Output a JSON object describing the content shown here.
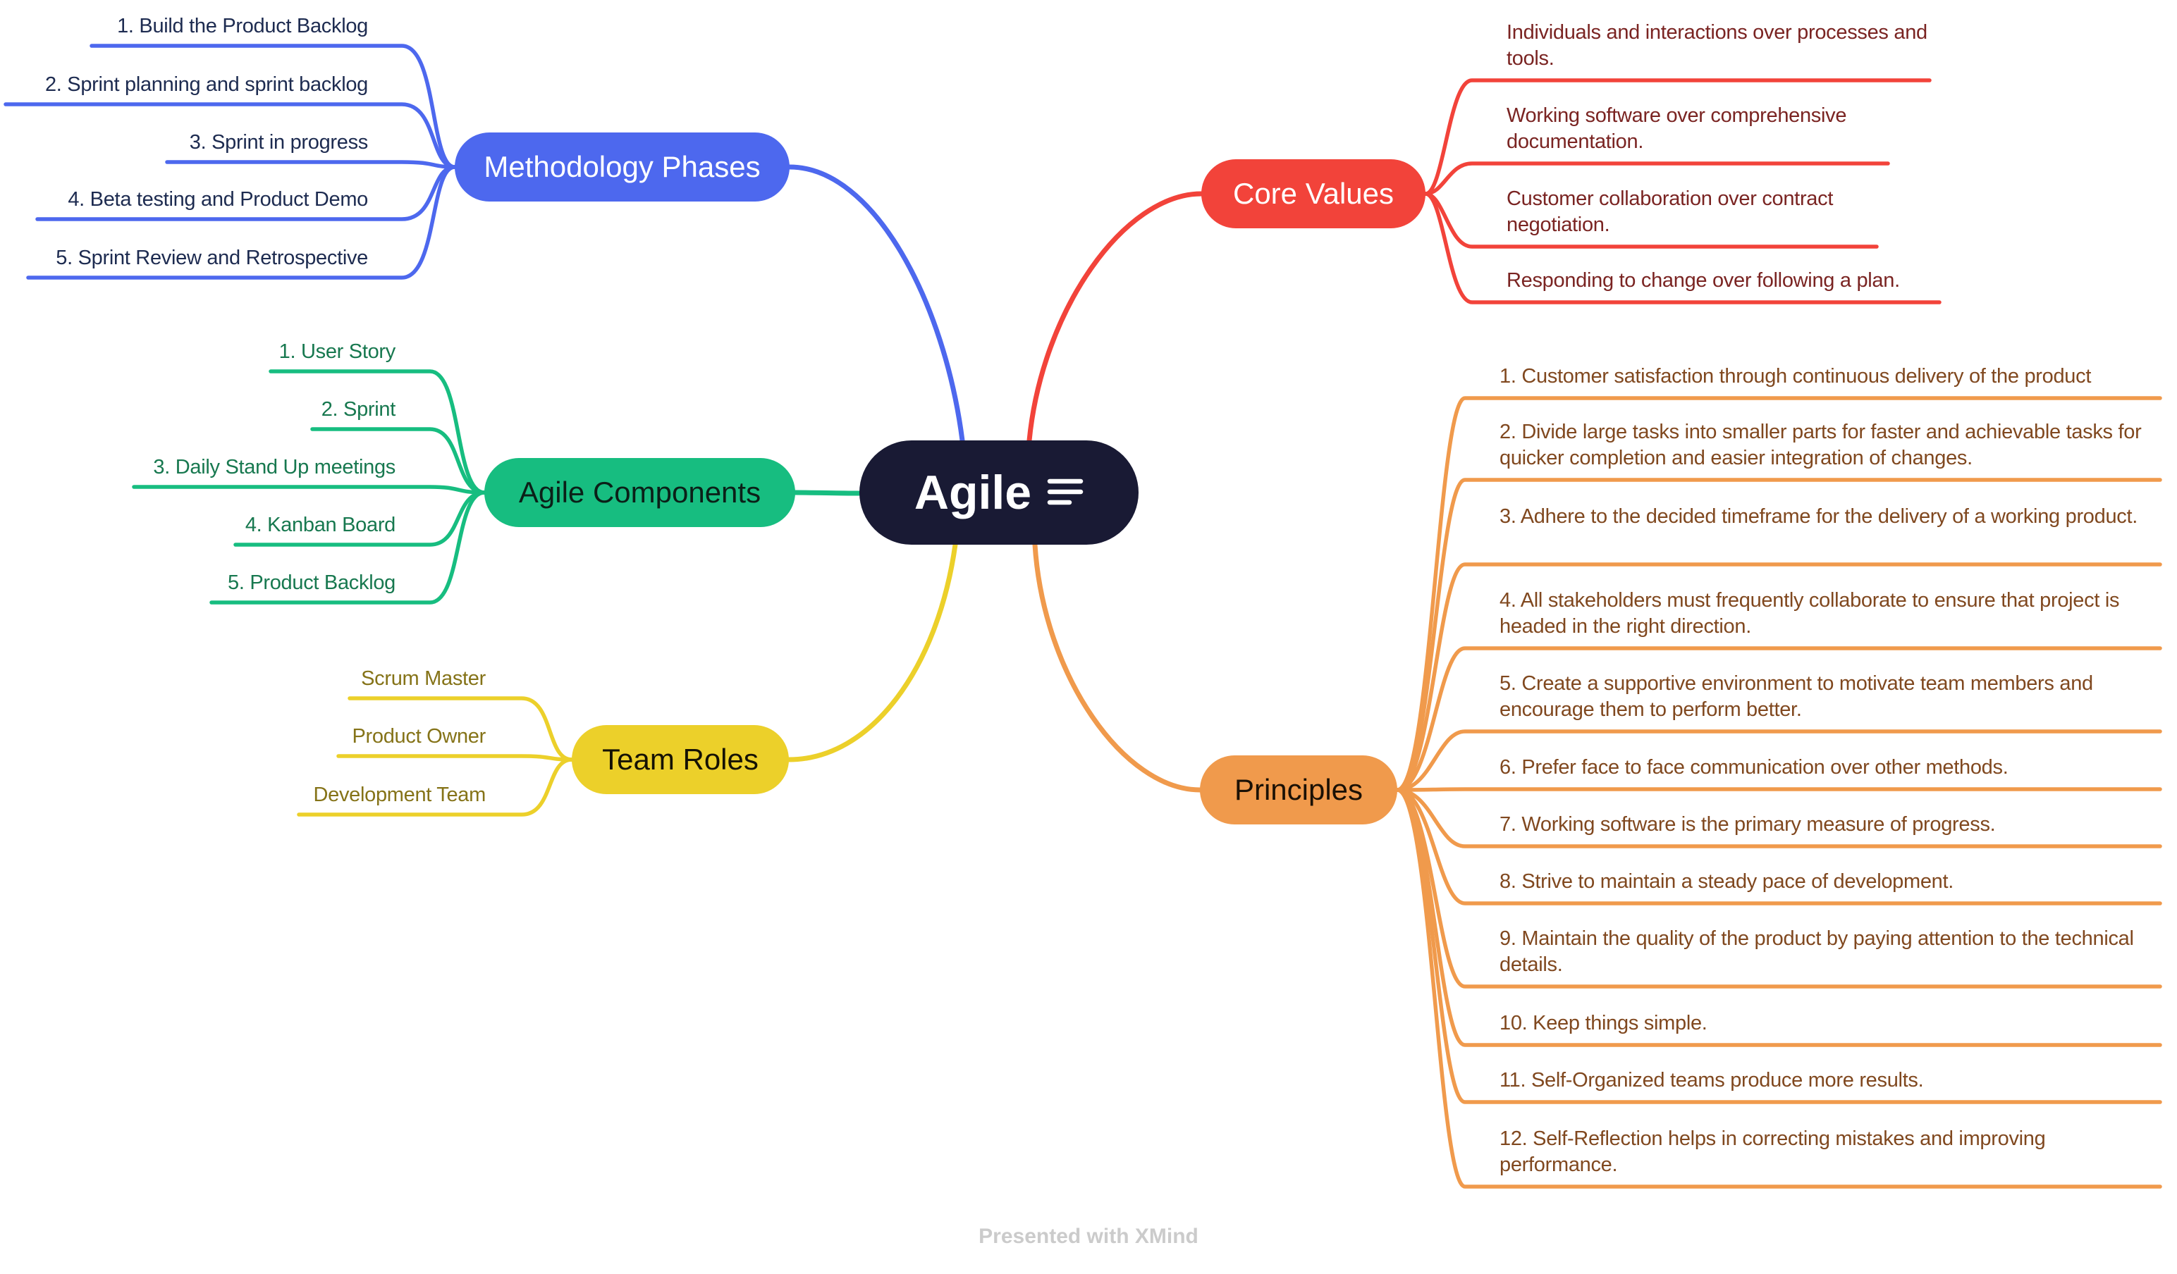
{
  "root": {
    "label": "Agile"
  },
  "watermark": "Presented with XMind",
  "colors": {
    "central_fill": "#191a34",
    "central_text": "#ffffff",
    "blue": "#4d68ee",
    "blue_text": "#1d2b50",
    "green": "#17bd80",
    "green_text": "#17784f",
    "yellow": "#ecd02a",
    "yellow_text": "#857318",
    "red": "#f2433a",
    "red_text": "#7a2422",
    "orange": "#f09a4c",
    "orange_text": "#80481f",
    "watermark": "#cbcbcb"
  },
  "branches": [
    {
      "label": "Methodology Phases",
      "color": "#4d68ee",
      "items": [
        "1. Build the Product Backlog",
        "2. Sprint planning and sprint backlog",
        "3. Sprint in progress",
        "4. Beta testing and Product Demo",
        "5. Sprint Review and Retrospective"
      ]
    },
    {
      "label": "Agile Components",
      "color": "#17bd80",
      "items": [
        "1. User Story",
        "2. Sprint",
        "3. Daily Stand Up meetings",
        "4. Kanban Board",
        "5. Product Backlog"
      ]
    },
    {
      "label": "Team Roles",
      "color": "#ecd02a",
      "items": [
        "Scrum Master",
        "Product Owner",
        "Development Team"
      ]
    },
    {
      "label": "Core Values",
      "color": "#f2433a",
      "items": [
        "Individuals and interactions over processes and tools.",
        "Working software over comprehensive documentation.",
        "Customer collaboration over contract negotiation.",
        "Responding to change over following a plan."
      ]
    },
    {
      "label": "Principles",
      "color": "#f09a4c",
      "items": [
        "1. Customer satisfaction through continuous delivery of the product",
        "2. Divide large tasks into smaller parts for faster and achievable tasks for quicker completion and easier integration of changes.",
        "3. Adhere to the decided timeframe for the delivery of a working product.",
        "4. All stakeholders must frequently collaborate to ensure that project is headed in the right direction.",
        "5. Create a supportive environment to motivate team members and encourage them to perform better.",
        "6. Prefer face to face communication over other methods.",
        "7. Working software is the primary measure of progress.",
        "8. Strive to maintain a steady pace of development.",
        "9. Maintain the quality of the product by paying attention to the technical details.",
        "10. Keep things simple.",
        "11. Self-Organized teams produce more results.",
        "12. Self-Reflection helps in correcting mistakes and improving performance."
      ]
    }
  ]
}
